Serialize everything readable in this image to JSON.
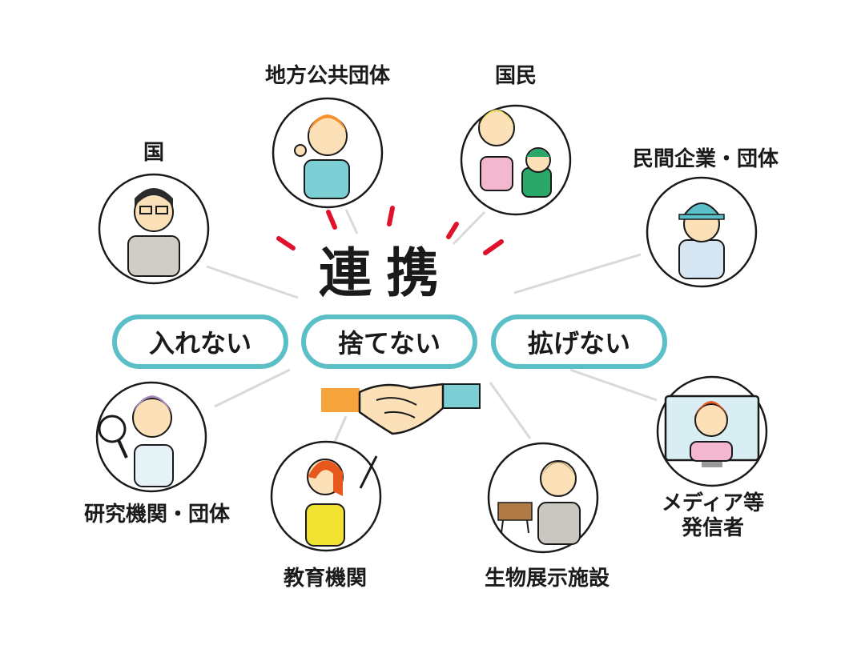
{
  "title": "連携",
  "principles": [
    "入れない",
    "捨てない",
    "拡げない"
  ],
  "stakeholders": {
    "national": "国",
    "local_gov": "地方公共団体",
    "citizens": "国民",
    "private": "民間企業・団体",
    "research": "研究機関・団体",
    "education": "教育機関",
    "zoo": "生物展示施設",
    "media_line1": "メディア等",
    "media_line2": "発信者"
  },
  "colors": {
    "pill_border": "#5bbfc8",
    "burst": "#e0112a",
    "line": "#d9d9d9",
    "sleeve_left": "#f5a33a",
    "sleeve_right": "#7ccfd4",
    "skin": "#fbe0b8"
  }
}
